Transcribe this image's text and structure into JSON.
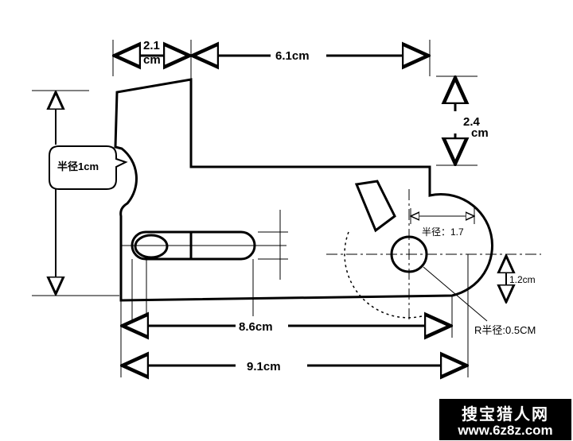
{
  "dimensions": {
    "top_left_width": [
      "2.1",
      "cm"
    ],
    "top_right_width": "6.1cm",
    "height_right": [
      "2.4",
      "cm"
    ],
    "inner_length": "8.6cm",
    "total_length": "9.1cm",
    "small_height": "1.2cm"
  },
  "radii": {
    "left_notch": "半径1cm",
    "right_arc": "半径：1.7",
    "hole": "R半径:0.5CM"
  },
  "watermark": {
    "title": "搜宝猎人网",
    "url": "www.6z8z.com"
  }
}
